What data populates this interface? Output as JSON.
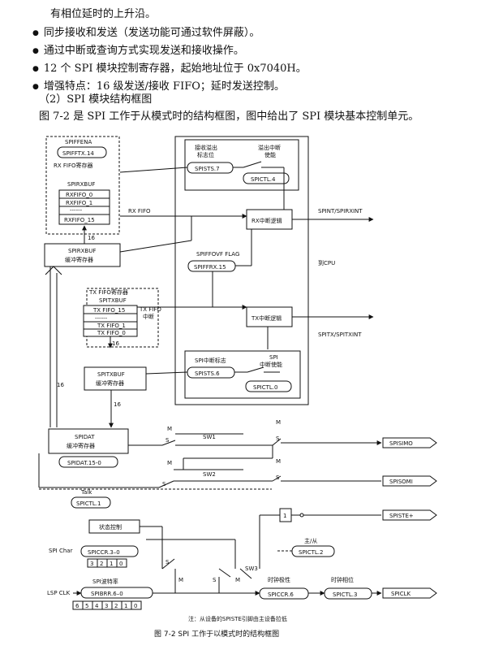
{
  "text": {
    "line0": "有相位延时的上升沿。",
    "bullets": [
      "同步接收和发送（发送功能可通过软件屏蔽）。",
      "通过中断或查询方式实现发送和接收操作。",
      "12 个 SPI 模块控制寄存器，起始地址位于 0x7040H。",
      "增强特点：16 级发送/接收 FIFO；延时发送控制。"
    ],
    "section": "（2）SPI 模块结构框图",
    "intro": "图 7-2 是 SPI 工作于从模式时的结构框图，图中给出了 SPI 模块基本控制单元。"
  },
  "diagram": {
    "spiffena": "SPIFFENA",
    "spifftx14": "SPIFFTX.14",
    "rx_fifo_reg": "RX FIFO寄存器",
    "spirxbuf": "SPIRXBUF",
    "rxfifo0": "RXFIFO_0",
    "rxfifo1": "RXFIFO_1",
    "rxdash": "------",
    "rxfifo15": "RXFIFO_15",
    "bus16": "16",
    "spirxbuf2": "SPIRXBUF",
    "rx_buf_reg": "缓冲寄存器",
    "rx_ovf_flag_l1": "接收溢出",
    "rx_ovf_flag_l2": "标志位",
    "ovf_int_en_l1": "溢出中断",
    "ovf_int_en_l2": "使能",
    "spists7": "SPISTS.7",
    "spictl4": "SPICTL.4",
    "rx_fifo_label": "RX FIFO",
    "rx_int_logic": "RX中断逻辑",
    "spint_rx": "SPINT/SPIRXINT",
    "spiffovf": "SPIFFOVF FLAG",
    "spiffrx15": "SPIFFRX.15",
    "to_cpu": "到CPU",
    "tx_fifo_reg": "TX FIFO寄存器",
    "spitxbuf": "SPITXBUF",
    "txfifo15": "TX FIFO_15",
    "txdash": "------",
    "txfifo1": "TX FIFO_1",
    "txfifo0": "TX FIFO_0",
    "tx_fifo_int_l1": "TX FIFO",
    "tx_fifo_int_l2": "中断",
    "tx_int_logic": "TX中断逻辑",
    "spitx": "SPITX/SPITXINT",
    "spi_int_flag": "SPI中断标志",
    "spi_int_en_l1": "SPI",
    "spi_int_en_l2": "中断使能",
    "spists6": "SPISTS.6",
    "spictl0": "SPICTL.0",
    "spitxbuf2": "SPITXBUF",
    "tx_buf_reg": "缓冲寄存器",
    "spidat": "SPIDAT",
    "spidat_reg": "缓冲寄存器",
    "spidat150": "SPIDAT.15-0",
    "sw1": "SW1",
    "sw2": "SW2",
    "sw3": "SW3",
    "m": "M",
    "s": "S",
    "spisimo": "SPISIMO",
    "spisomi": "SPISOMI",
    "spiste": "SPISTE+",
    "talk": "Talk",
    "spictl1": "SPICTL.1",
    "state_ctrl": "状态控制",
    "spi_char": "SPI Char",
    "spiccr30": "SPICCR.3–0",
    "char_bits": [
      "3",
      "2",
      "1",
      "0"
    ],
    "master_slave": "主/从",
    "spictl2": "SPICTL.2",
    "spi_baud": "SPI波特率",
    "lsp_clk": "LSP CLK",
    "spibrr60": "SPIBRR.6–0",
    "baud_bits": [
      "6",
      "5",
      "4",
      "3",
      "2",
      "1",
      "0"
    ],
    "clk_pol": "时钟极性",
    "clk_phase": "时钟相位",
    "spiccr6": "SPICCR.6",
    "spictl3": "SPICTL.3",
    "spiclk": "SPICLK",
    "one": "1",
    "note": "注：从设备的SPISTE引脚由主设备拉低"
  },
  "caption": "图 7-2    SPI 工作于以模式时的结构框图"
}
